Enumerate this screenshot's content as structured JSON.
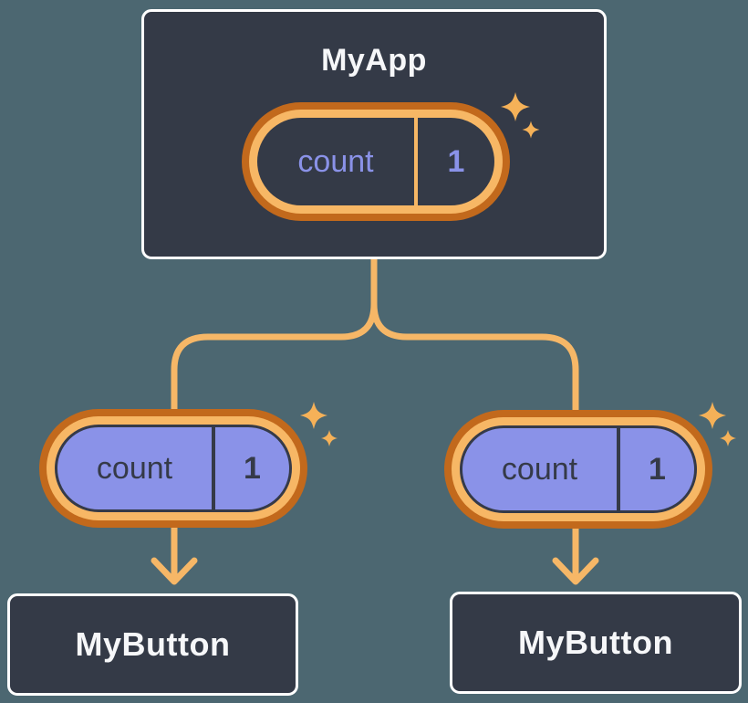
{
  "diagram": {
    "root": {
      "title": "MyApp",
      "state": {
        "name": "count",
        "value": "1"
      }
    },
    "children": [
      {
        "title": "MyButton",
        "prop": {
          "name": "count",
          "value": "1"
        }
      },
      {
        "title": "MyButton",
        "prop": {
          "name": "count",
          "value": "1"
        }
      }
    ]
  },
  "icons": {
    "sparkle": "✦"
  },
  "colors": {
    "background": "#4C6771",
    "card_background": "#343A47",
    "card_border": "#FFFFFF",
    "card_text": "#F6F7F9",
    "pill_ring_outer": "#C2691C",
    "pill_ring_inner": "#F7B765",
    "state_pill_fill": "#343A47",
    "state_text_purple": "#8A92E8",
    "prop_pill_fill": "#8A92E8",
    "prop_pill_outline": "#353A48",
    "prop_text_dark": "#353A48",
    "connector": "#F6B767",
    "sparkle": "#F5B158"
  }
}
